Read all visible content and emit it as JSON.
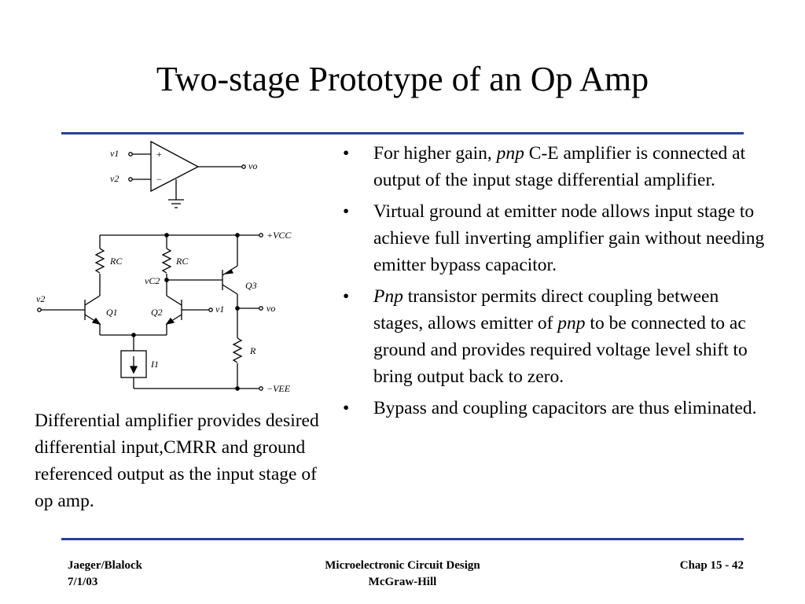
{
  "slide": {
    "title": "Two-stage Prototype of an Op Amp",
    "caption": "Differential amplifier provides desired differential input,CMRR and ground referenced output as the input stage of op amp."
  },
  "bullets": [
    {
      "segments": [
        {
          "text": "For higher gain, "
        },
        {
          "text": "pnp",
          "italic": true
        },
        {
          "text": " C-E amplifier is connected at output of the input stage differential amplifier."
        }
      ]
    },
    {
      "segments": [
        {
          "text": "Virtual ground at emitter node allows input stage to achieve full inverting amplifier gain without needing emitter bypass capacitor."
        }
      ]
    },
    {
      "segments": [
        {
          "text": "Pnp",
          "italic": true
        },
        {
          "text": " transistor permits direct coupling between stages, allows emitter of "
        },
        {
          "text": "pnp",
          "italic": true
        },
        {
          "text": " to be connected to ac ground and provides required voltage level shift to bring output back to zero."
        }
      ]
    },
    {
      "segments": [
        {
          "text": "Bypass and coupling capacitors are thus eliminated."
        }
      ]
    }
  ],
  "bullet_symbol": "•",
  "circuit_labels": {
    "opamp_v1": "v1",
    "opamp_v2": "v2",
    "opamp_plus": "+",
    "opamp_minus": "−",
    "opamp_vo": "vo",
    "vcc": "+VCC",
    "rc_left": "RC",
    "rc_right": "RC",
    "vc2": "vC2",
    "q3": "Q3",
    "v2": "v2",
    "q1": "Q1",
    "q2": "Q2",
    "v1": "v1",
    "vo": "vo",
    "r": "R",
    "i1": "I1",
    "vee": "−VEE"
  },
  "footer": {
    "left_line1": "Jaeger/Blalock",
    "left_line2": "7/1/03",
    "center_line1": "Microelectronic Circuit Design",
    "center_line2": "McGraw-Hill",
    "right": "Chap 15 - 42"
  },
  "colors": {
    "rule": "#2b3f9e",
    "text": "#000000",
    "background": "#ffffff"
  }
}
